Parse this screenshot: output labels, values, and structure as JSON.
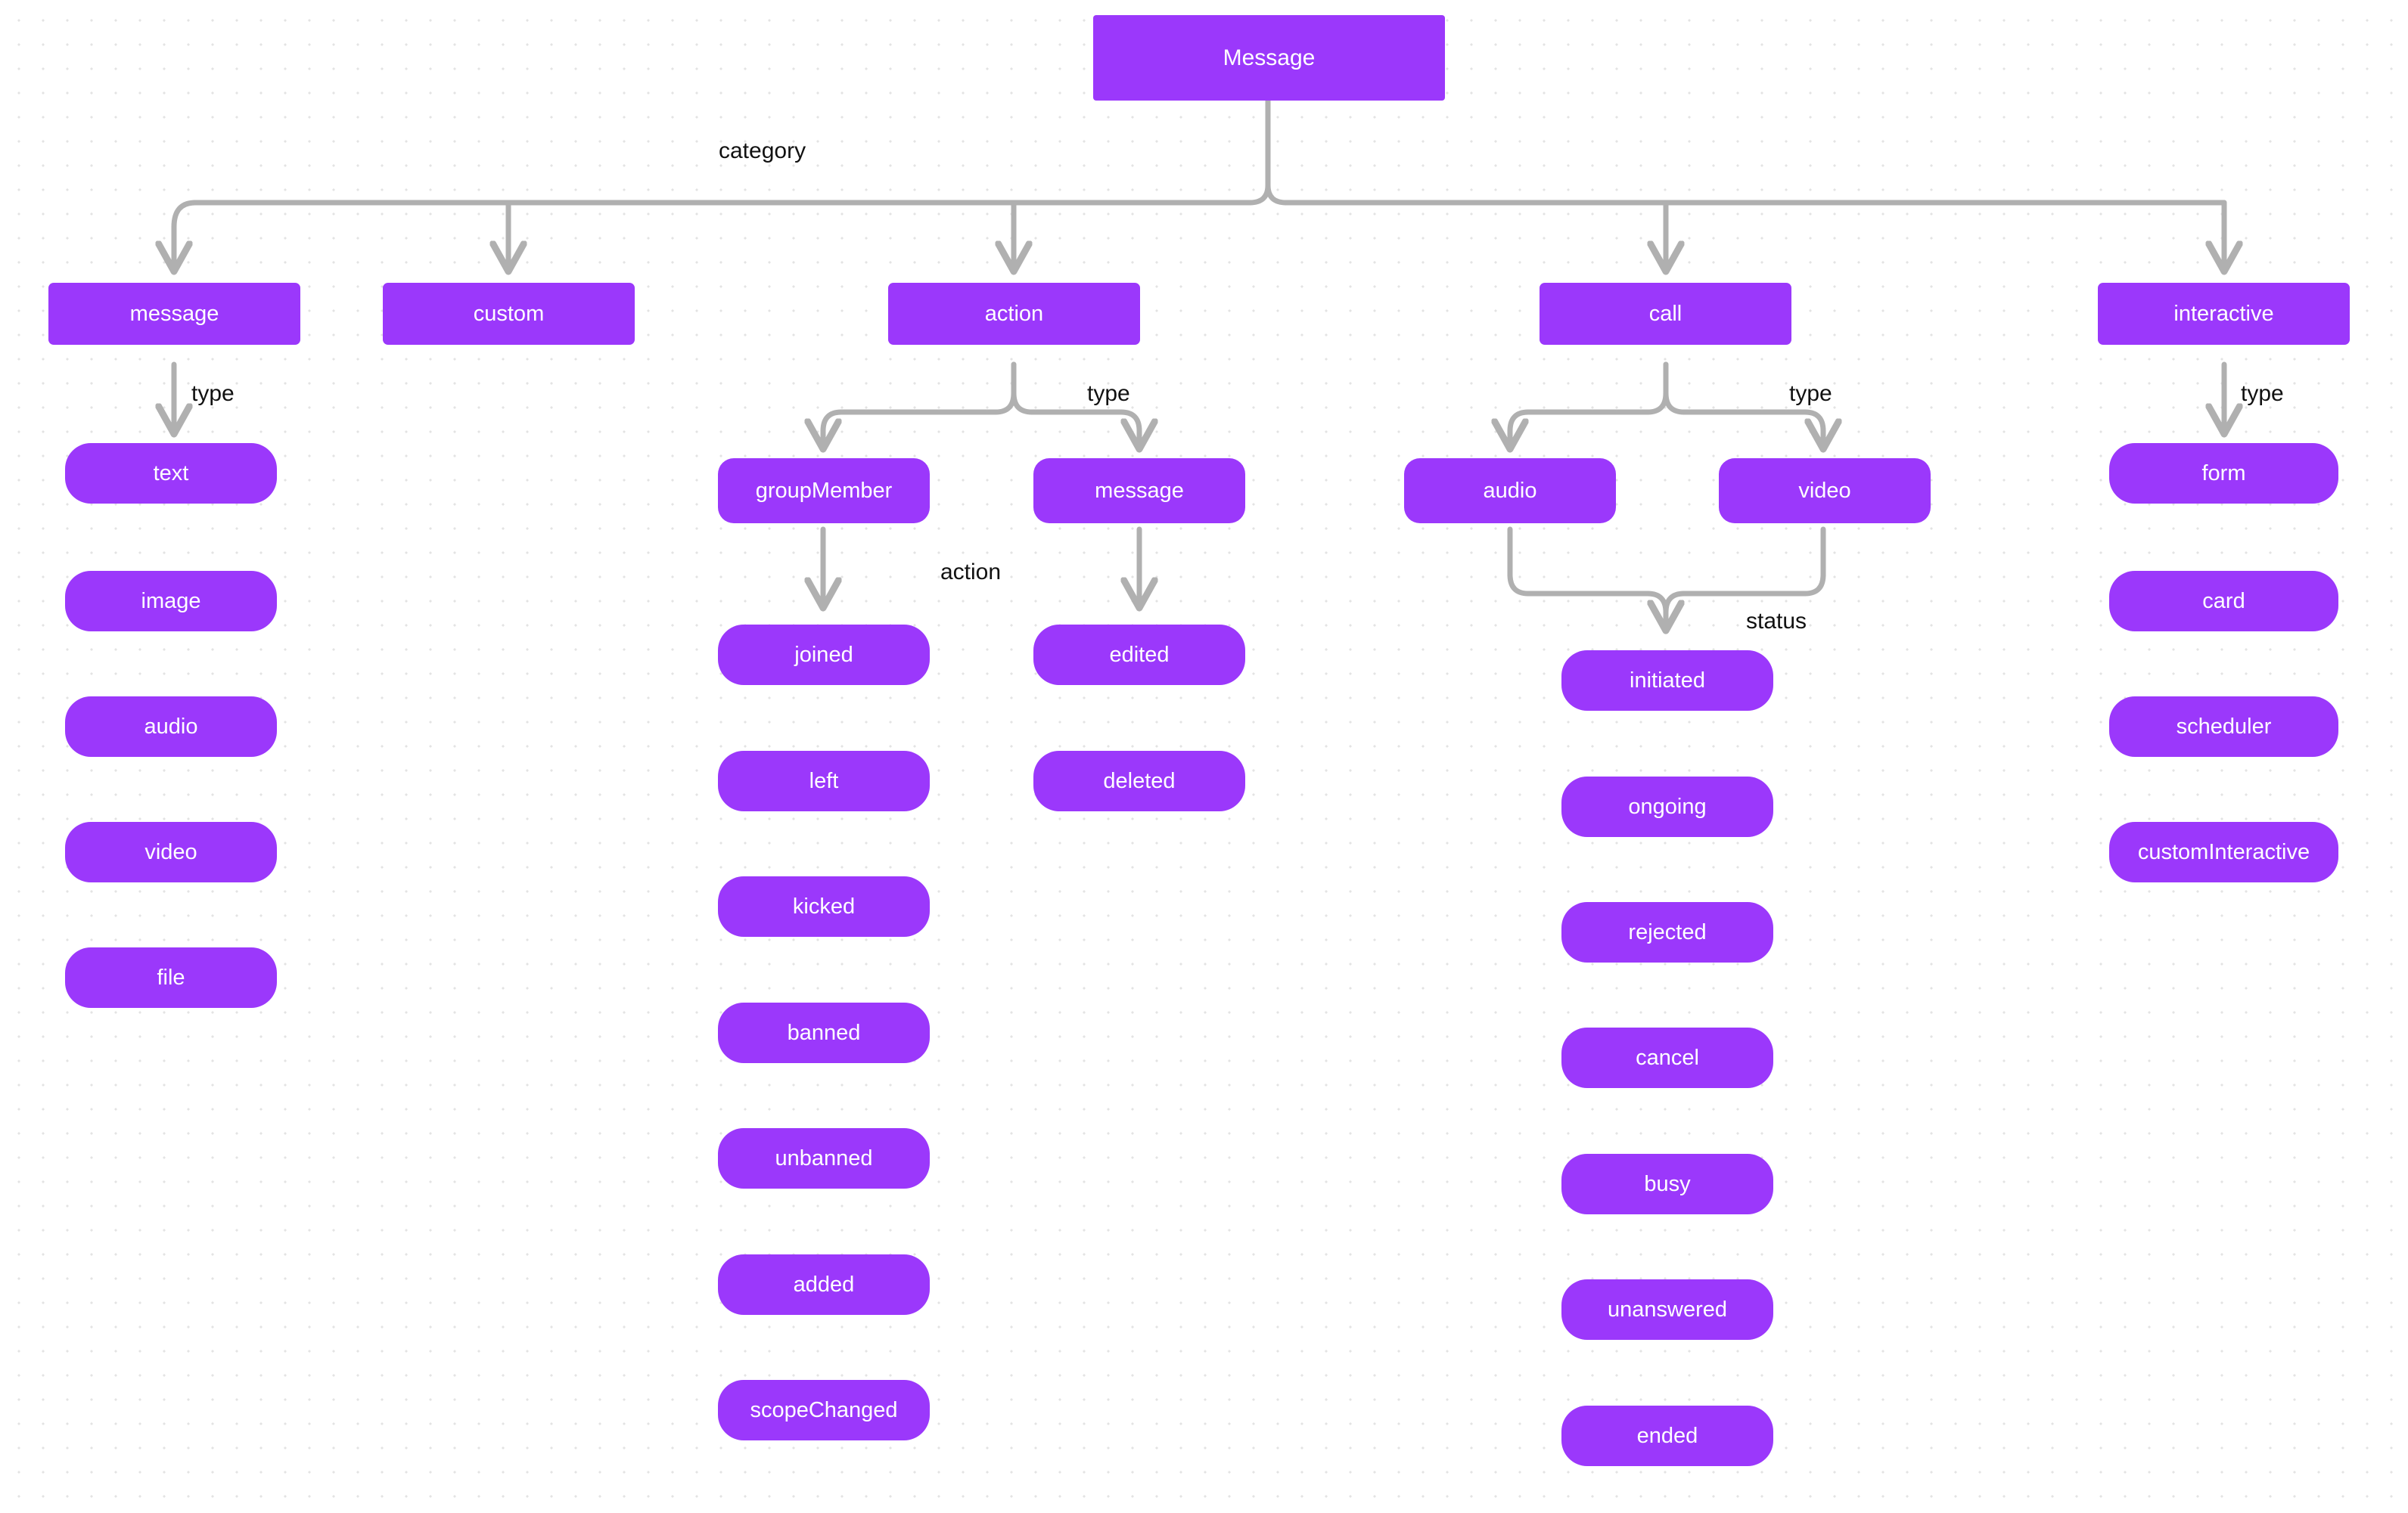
{
  "diagram": {
    "title": "Message",
    "type": "tree",
    "node_fill": "#9b38fb",
    "node_text_color": "#ffffff",
    "edge_color": "#b0b0b0",
    "background_color": "#ffffff",
    "dot_color": "#e3e3e3"
  },
  "root": {
    "label": "Message"
  },
  "edge_labels": {
    "category": "category",
    "type_message": "type",
    "type_action": "type",
    "type_call": "type",
    "type_interactive": "type",
    "action_group": "action",
    "status_call": "status"
  },
  "categories": [
    {
      "label": "message"
    },
    {
      "label": "custom"
    },
    {
      "label": "action"
    },
    {
      "label": "call"
    },
    {
      "label": "interactive"
    }
  ],
  "message_types": [
    {
      "label": "text"
    },
    {
      "label": "image"
    },
    {
      "label": "audio"
    },
    {
      "label": "video"
    },
    {
      "label": "file"
    }
  ],
  "action_types": [
    {
      "label": "groupMember"
    },
    {
      "label": "message"
    }
  ],
  "group_member_actions": [
    {
      "label": "joined"
    },
    {
      "label": "left"
    },
    {
      "label": "kicked"
    },
    {
      "label": "banned"
    },
    {
      "label": "unbanned"
    },
    {
      "label": "added"
    },
    {
      "label": "scopeChanged"
    }
  ],
  "message_actions": [
    {
      "label": "edited"
    },
    {
      "label": "deleted"
    }
  ],
  "call_types": [
    {
      "label": "audio"
    },
    {
      "label": "video"
    }
  ],
  "call_statuses": [
    {
      "label": "initiated"
    },
    {
      "label": "ongoing"
    },
    {
      "label": "rejected"
    },
    {
      "label": "cancel"
    },
    {
      "label": "busy"
    },
    {
      "label": "unanswered"
    },
    {
      "label": "ended"
    }
  ],
  "interactive_types": [
    {
      "label": "form"
    },
    {
      "label": "card"
    },
    {
      "label": "scheduler"
    },
    {
      "label": "customInteractive"
    }
  ]
}
